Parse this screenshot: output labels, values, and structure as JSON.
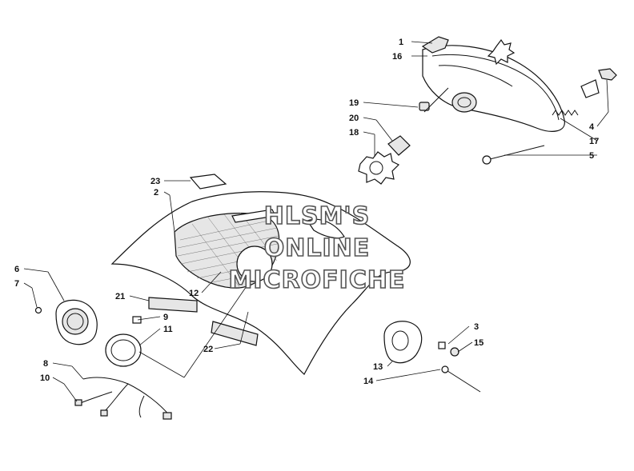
{
  "watermark": {
    "line1": "HLSM'S",
    "line2": "ONLINE",
    "line3": "MICROFICHE"
  },
  "callouts": [
    "1",
    "16",
    "19",
    "20",
    "18",
    "4",
    "17",
    "5",
    "23",
    "2",
    "6",
    "7",
    "21",
    "12",
    "9",
    "11",
    "22",
    "3",
    "15",
    "13",
    "14",
    "8",
    "10"
  ]
}
